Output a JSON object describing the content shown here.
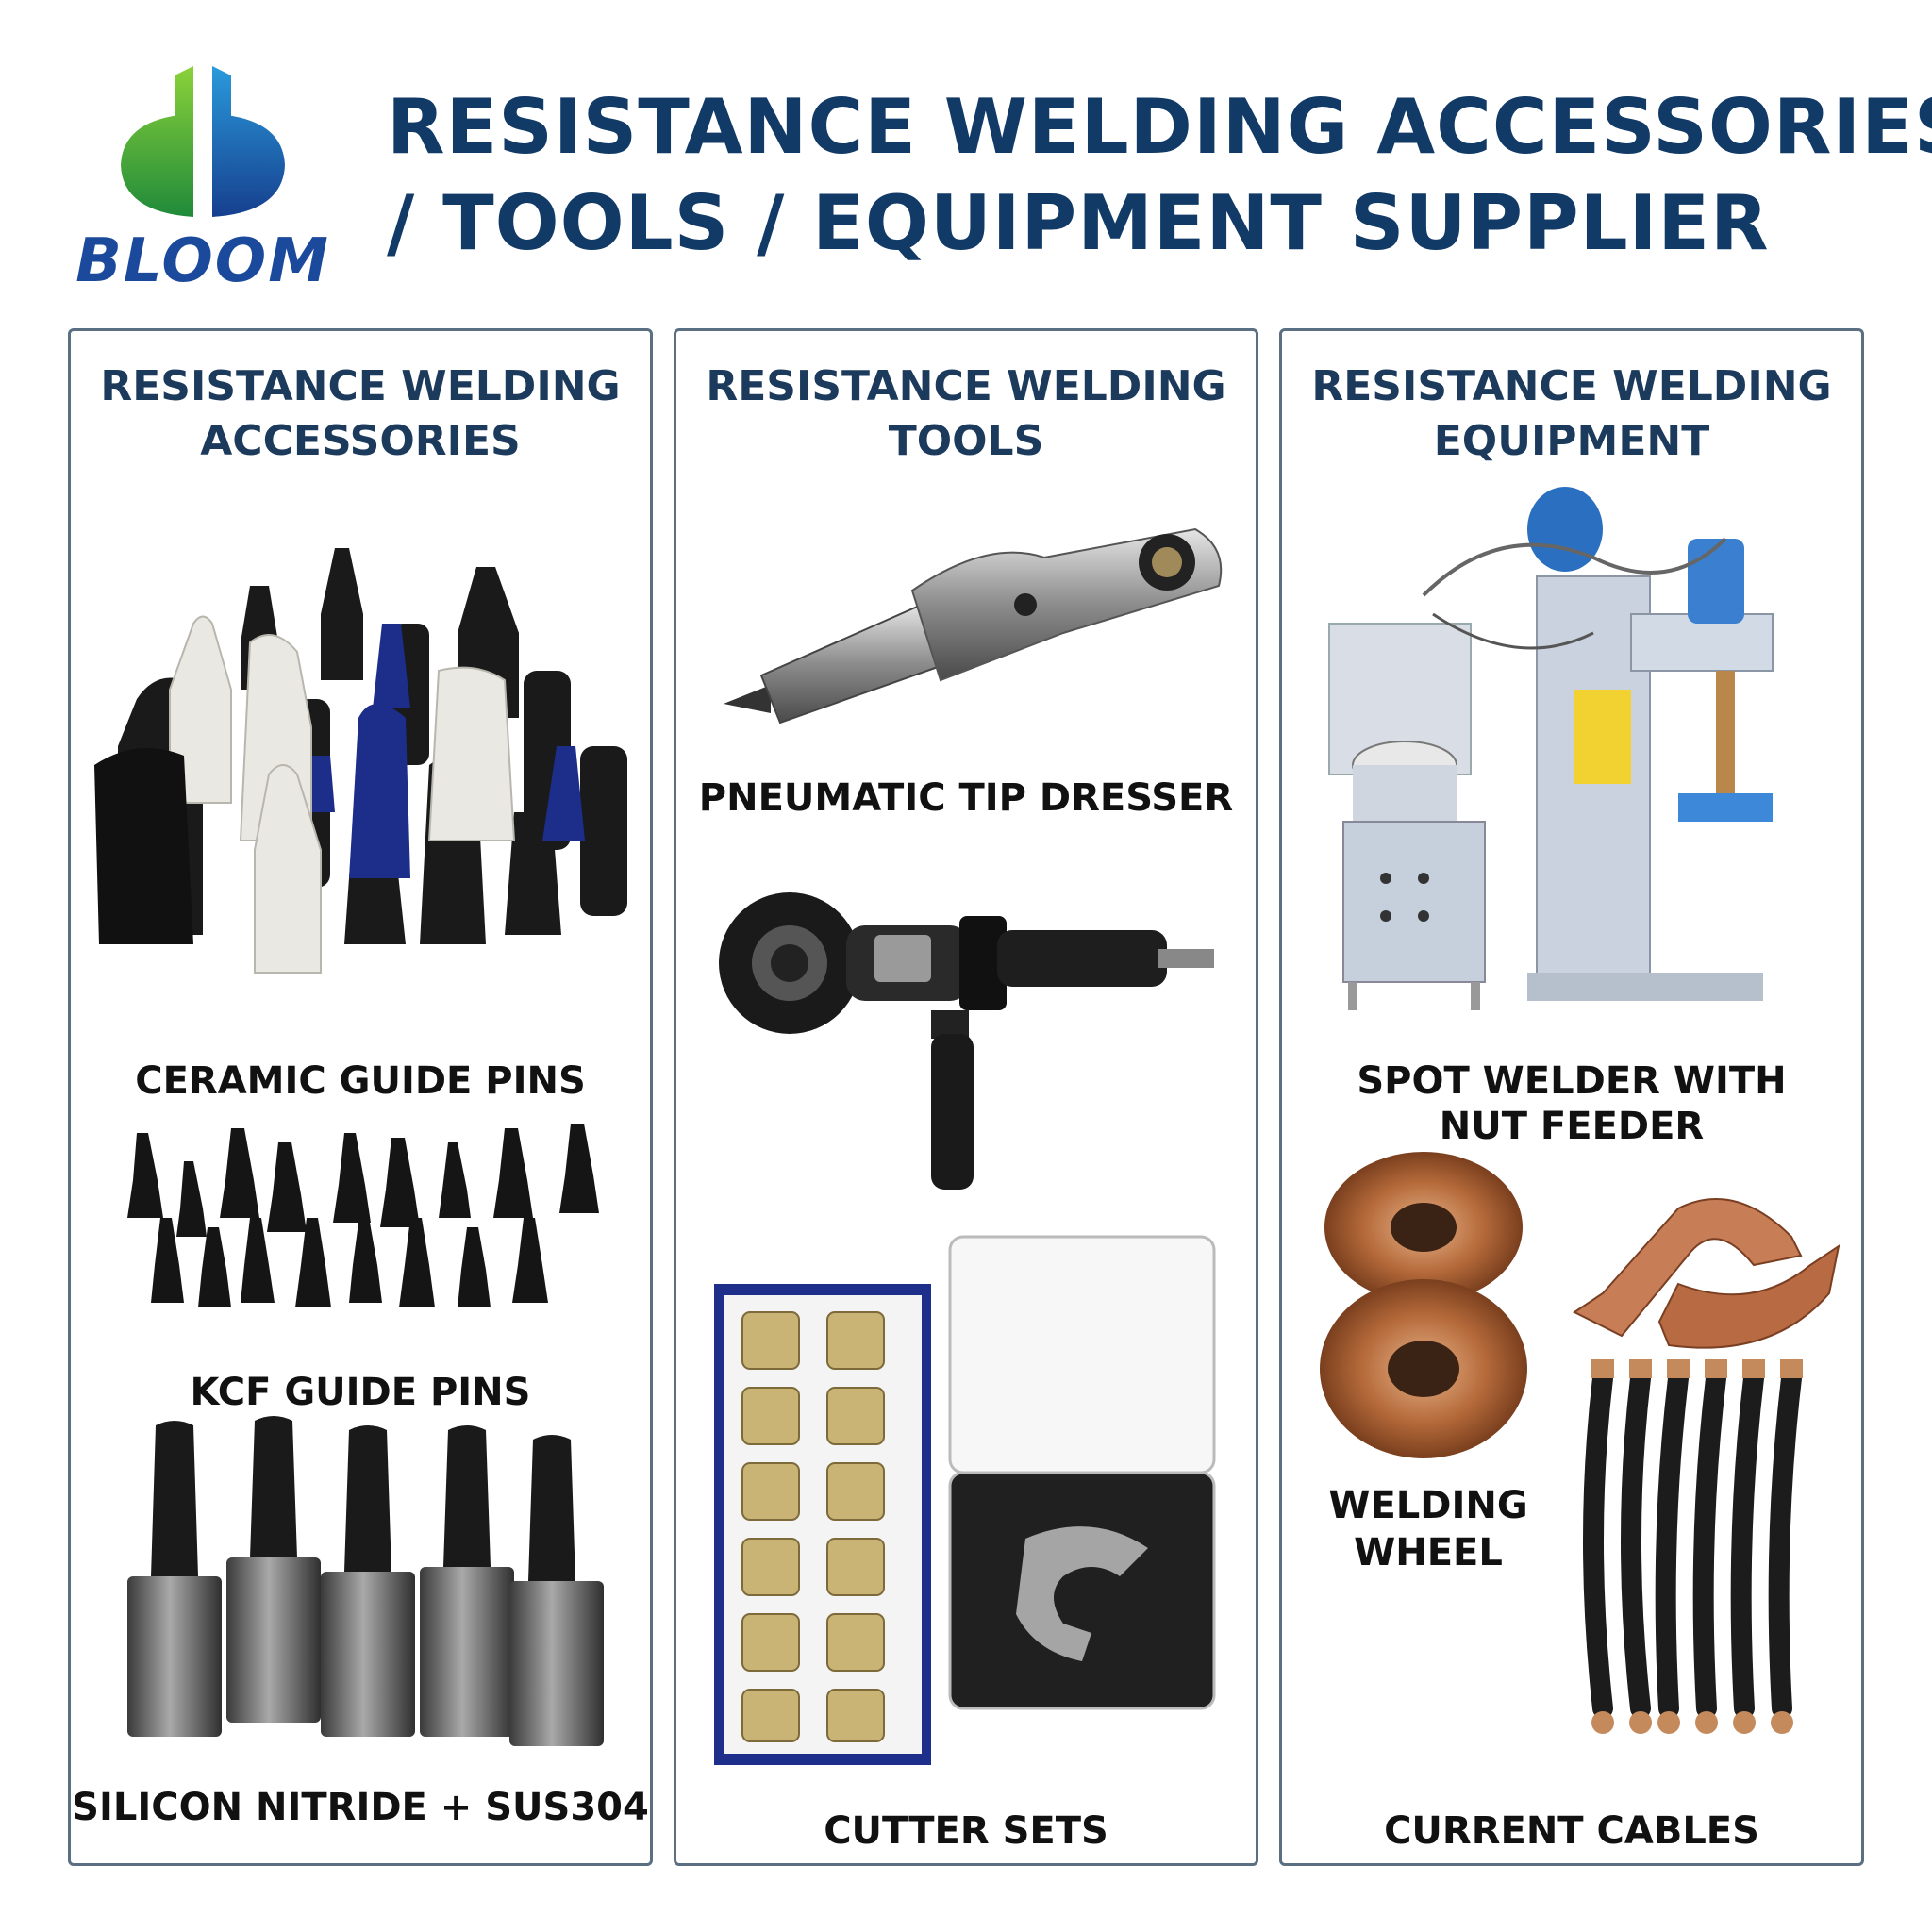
{
  "brand": {
    "name": "BLOOM"
  },
  "header": {
    "title_line1": "RESISTANCE WELDING ACCESSORIES",
    "title_line2": "/ TOOLS / EQUIPMENT SUPPLIER"
  },
  "panels": [
    {
      "heading_line1": "RESISTANCE WELDING",
      "heading_line2": "ACCESSORIES",
      "items": [
        "CERAMIC GUIDE PINS",
        "KCF GUIDE PINS",
        "SILICON NITRIDE + SUS304"
      ]
    },
    {
      "heading_line1": "RESISTANCE WELDING",
      "heading_line2": "TOOLS",
      "items": [
        "PNEUMATIC TIP DRESSER",
        "CUTTER SETS"
      ]
    },
    {
      "heading_line1": "RESISTANCE WELDING",
      "heading_line2": "EQUIPMENT",
      "items": [
        "SPOT WELDER WITH",
        "NUT FEEDER",
        "WELDING",
        "WHEEL",
        "CURRENT CABLES"
      ]
    }
  ],
  "colors": {
    "title": "#123a66",
    "border": "#5b6f82",
    "logo_green": "#3aa83a",
    "logo_blue": "#1e5fb8"
  }
}
